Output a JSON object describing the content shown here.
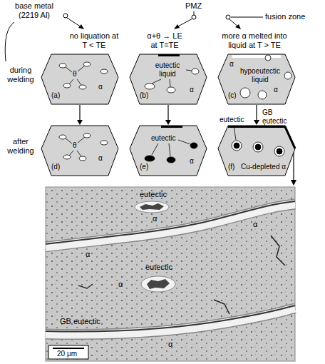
{
  "diagram": {
    "nodes": [
      {
        "text": [
          "θ",
          "α",
          "(a)"
        ]
      },
      {
        "text": [
          "eutectic liquid",
          "α",
          "(b)"
        ]
      },
      {
        "text": [
          "α",
          "hypoeutectic liquid",
          "α",
          "(c)"
        ]
      },
      {
        "text": [
          "θ",
          "α",
          "(d)"
        ]
      },
      {
        "text": [
          "eutectic",
          "α",
          "(e)"
        ]
      },
      {
        "text": [
          "eutectic",
          "GB eutectic",
          "Cu-depleted α",
          "(f)"
        ]
      }
    ],
    "edges": [
      {
        "from": 0,
        "to": 3,
        "arrow": "to"
      },
      {
        "from": 1,
        "to": 4,
        "arrow": "to"
      },
      {
        "from": 2,
        "to": 5,
        "arrow": "to"
      }
    ],
    "labels": [
      "base metal (2219 Al)",
      "PMZ",
      "fusion zone",
      "no liquation at T < TE",
      "α+θ → LE at T=TE",
      "more α melted into liquid at T > TE",
      "during welding",
      "after welding",
      "eutectic",
      "α",
      "α",
      "α",
      "eutectic",
      "α",
      "GB eutectic",
      "α",
      "20 μm"
    ]
  }
}
